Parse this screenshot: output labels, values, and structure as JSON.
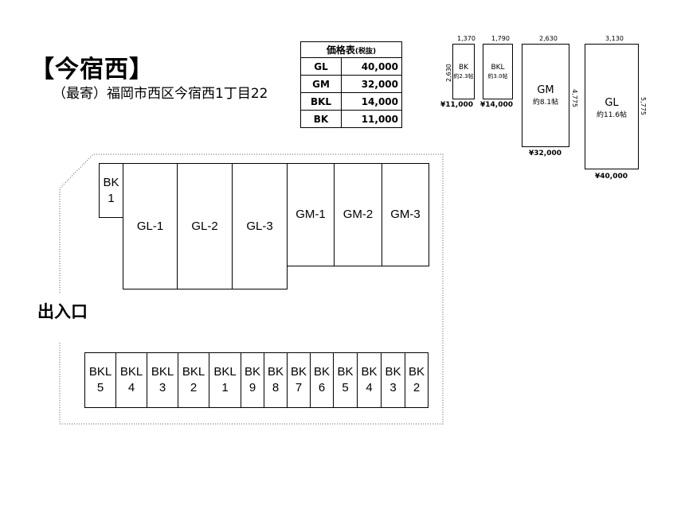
{
  "title": "【今宿西】",
  "address": "（最寄）福岡市西区今宿西1丁目22",
  "price_table": {
    "header": "価格表",
    "header_note": "(税抜)",
    "rows": [
      {
        "type": "GL",
        "price": "40,000"
      },
      {
        "type": "GM",
        "price": "32,000"
      },
      {
        "type": "BKL",
        "price": "14,000"
      },
      {
        "type": "BK",
        "price": "11,000"
      }
    ]
  },
  "size_diagrams": [
    {
      "name": "BK",
      "area": "約2.3帖",
      "width": "1,370",
      "depth": "2,630",
      "price": "¥11,000"
    },
    {
      "name": "BKL",
      "area": "約3.0帖",
      "width": "1,790",
      "depth": "",
      "price": "¥14,000"
    },
    {
      "name": "GM",
      "area": "約8.1帖",
      "width": "2,630",
      "depth": "4,775",
      "price": "¥32,000"
    },
    {
      "name": "GL",
      "area": "約11.6帖",
      "width": "3,130",
      "depth": "5,775",
      "price": "¥40,000"
    }
  ],
  "entrance": "出入口",
  "top_units": [
    {
      "line1": "BK",
      "line2": "1"
    },
    {
      "line1": "GL-1",
      "line2": ""
    },
    {
      "line1": "GL-2",
      "line2": ""
    },
    {
      "line1": "GL-3",
      "line2": ""
    },
    {
      "line1": "GM-1",
      "line2": ""
    },
    {
      "line1": "GM-2",
      "line2": ""
    },
    {
      "line1": "GM-3",
      "line2": ""
    }
  ],
  "bottom_units": [
    {
      "line1": "BKL",
      "line2": "5"
    },
    {
      "line1": "BKL",
      "line2": "4"
    },
    {
      "line1": "BKL",
      "line2": "3"
    },
    {
      "line1": "BKL",
      "line2": "2"
    },
    {
      "line1": "BKL",
      "line2": "1"
    },
    {
      "line1": "BK",
      "line2": "9"
    },
    {
      "line1": "BK",
      "line2": "8"
    },
    {
      "line1": "BK",
      "line2": "7"
    },
    {
      "line1": "BK",
      "line2": "6"
    },
    {
      "line1": "BK",
      "line2": "5"
    },
    {
      "line1": "BK",
      "line2": "4"
    },
    {
      "line1": "BK",
      "line2": "3"
    },
    {
      "line1": "BK",
      "line2": "2"
    }
  ]
}
